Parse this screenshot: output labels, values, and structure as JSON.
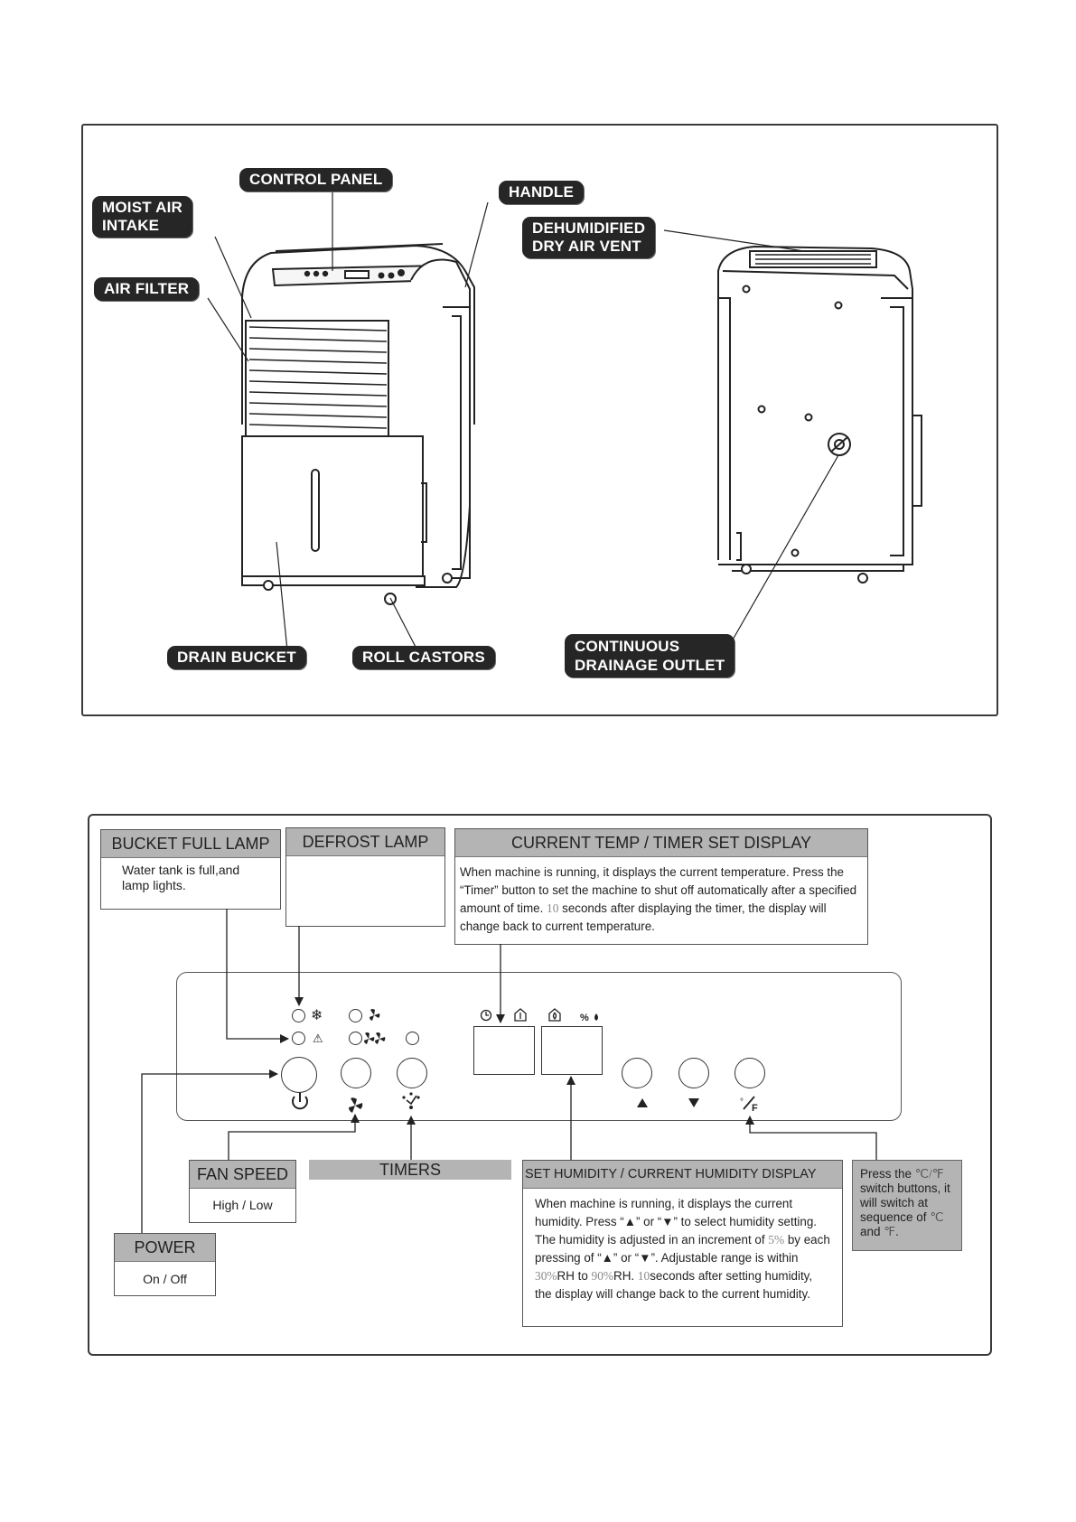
{
  "diagram_top": {
    "labels": {
      "control_panel": "CONTROL PANEL",
      "handle": "HANDLE",
      "moist_air_intake": "MOIST AIR\nINTAKE",
      "dehumidified_vent": "DEHUMIDIFIED\nDRY AIR VENT",
      "air_filter": "AIR FILTER",
      "drain_bucket": "DRAIN BUCKET",
      "roll_castors": "ROLL CASTORS",
      "continuous_drainage": "CONTINUOUS\nDRAINAGE OUTLET"
    }
  },
  "control_panel": {
    "bucket_full": {
      "title": "BUCKET FULL LAMP",
      "text": "Water tank is full,and lamp lights."
    },
    "defrost": {
      "title": "DEFROST LAMP"
    },
    "display": {
      "title": "CURRENT TEMP / TIMER SET DISPLAY",
      "text_a": "When machine is running, it displays the current temperature. Press the “Timer” button to set the machine to shut off automatically after a specified amount of time. ",
      "text_num": "10",
      "text_b": " seconds after displaying the timer, the display will change back to current temperature."
    },
    "fan_speed": {
      "title": "FAN SPEED",
      "text": "High / Low"
    },
    "timers": {
      "title": "TIMERS"
    },
    "power": {
      "title": "POWER",
      "text": "On / Off"
    },
    "humidity": {
      "title": "SET HUMIDITY / CURRENT HUMIDITY DISPLAY",
      "text_1": "When machine is running, it displays the current humidity. Press “▲” or “▼” to select humidity setting. The humidity is adjusted in an increment of ",
      "num_1": "5%",
      "text_2": " by each pressing of “▲” or “▼”. Adjustable range is within ",
      "num_2": "30%",
      "text_3": "RH to ",
      "num_3": "90%",
      "text_4": "RH. ",
      "num_4": "10",
      "text_5": "seconds after setting humidity, the display will change back to the current humidity."
    },
    "unit_switch": {
      "text_a": "Press the ",
      "sym_a": "℃/℉",
      "text_b": " switch buttons, it will switch at sequence of ",
      "sym_b": "℃",
      "text_c": " and ",
      "sym_c": "℉",
      "text_d": "."
    },
    "icons": {
      "defrost": "❄",
      "warning": "⚠",
      "fan_low": "fan-icon",
      "power": "⏻",
      "up": "▲",
      "down": "▼",
      "unit": "°/F",
      "percent_drop": "%💧"
    }
  }
}
